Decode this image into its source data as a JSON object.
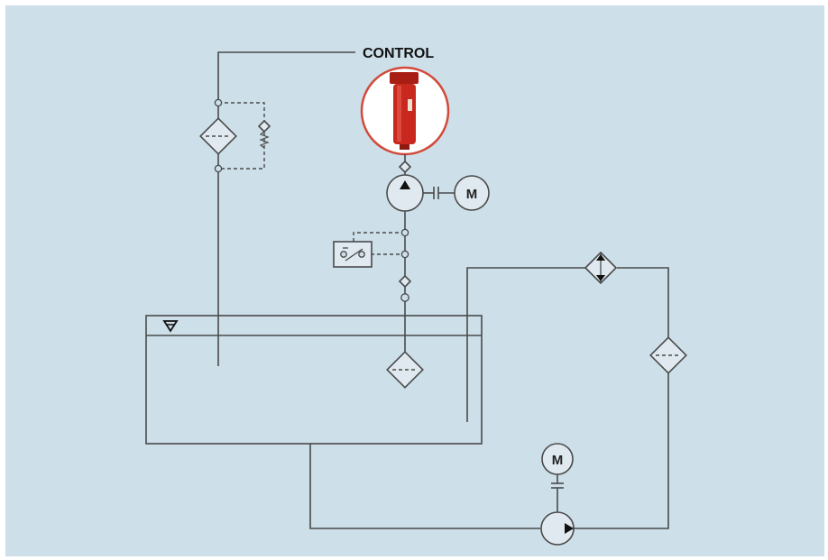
{
  "diagram": {
    "control_label": "CONTROL",
    "motor_label_top": "M",
    "motor_label_bottom": "M",
    "colors": {
      "background": "#cddfe9",
      "line": "#4a4a4a",
      "filter_red": "#c8281e",
      "highlight_ring": "#d24a3a"
    },
    "icons": [
      "filter-icon",
      "motor-icon",
      "pump-icon",
      "check-valve-icon",
      "heat-exchanger-icon",
      "reservoir-icon",
      "pressure-switch-icon",
      "filter-photo"
    ]
  }
}
